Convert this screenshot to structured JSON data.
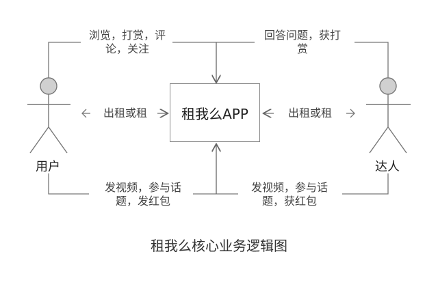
{
  "center": {
    "label": "租我么APP"
  },
  "actors": {
    "left": "用户",
    "right": "达人"
  },
  "labels": {
    "top_left": [
      "浏览，打赏，评",
      "论，关注"
    ],
    "top_right": [
      "回答问题，获打",
      "赏"
    ],
    "mid_left": "出租或租",
    "mid_right": "出租或租",
    "bottom_left": [
      "发视频，参与话",
      "题，发红包"
    ],
    "bottom_right": [
      "发视频，参与话",
      "题，获红包"
    ]
  },
  "caption": "租我么核心业务逻辑图"
}
